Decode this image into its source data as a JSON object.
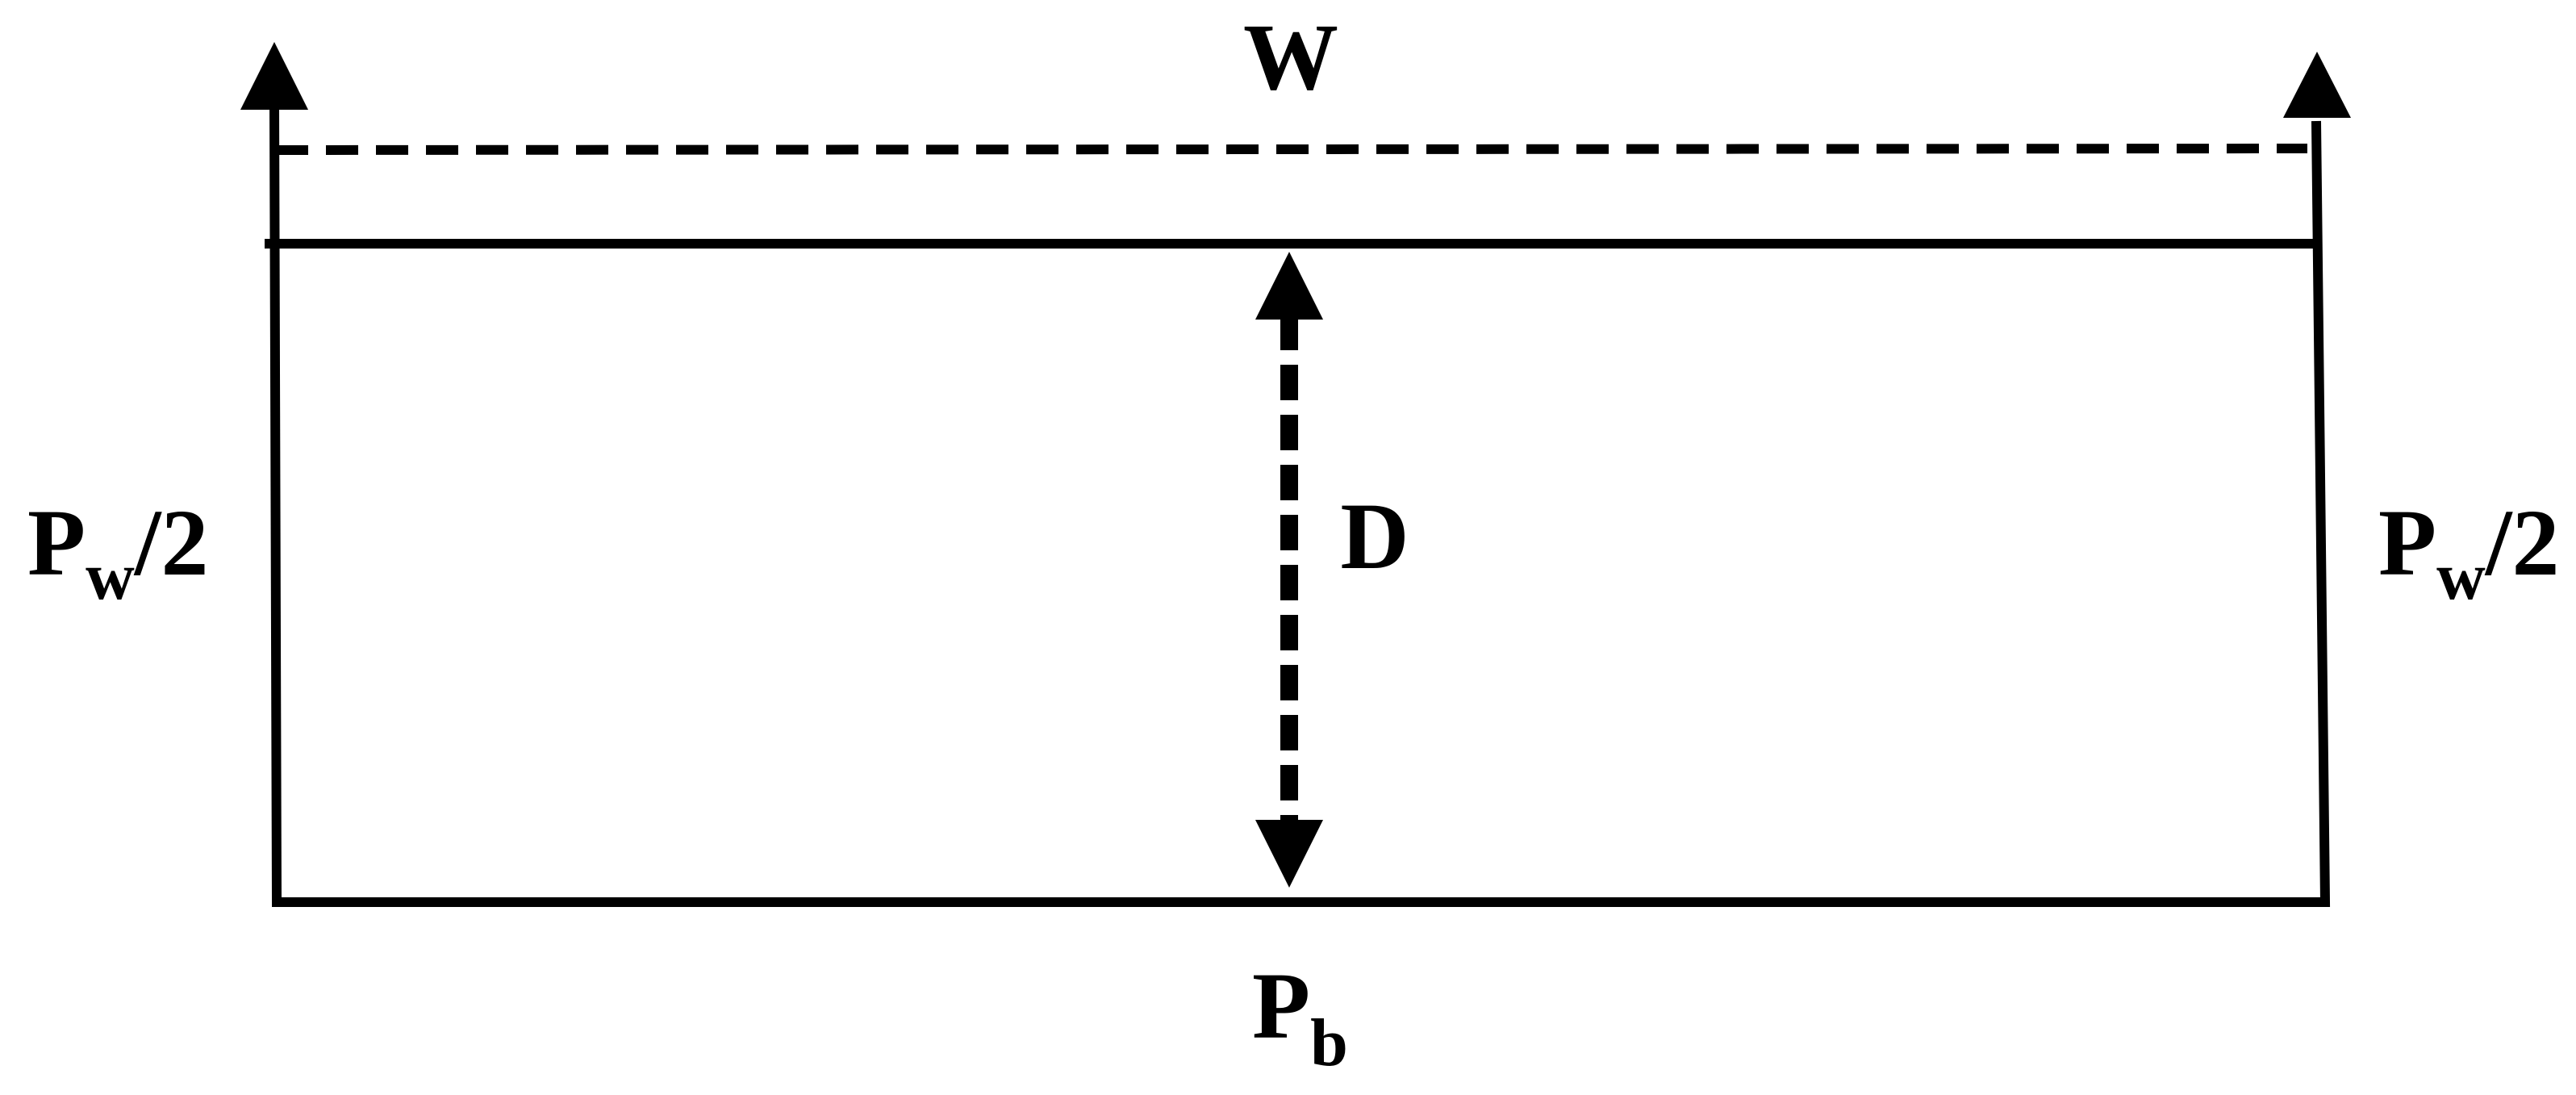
{
  "labels": {
    "width": "W",
    "depth": "D",
    "left_side": {
      "base": "P",
      "sub": "w",
      "suffix": "/2"
    },
    "right_side": {
      "base": "P",
      "sub": "w",
      "suffix": "/2"
    },
    "bottom": {
      "base": "P",
      "sub": "b"
    }
  },
  "colors": {
    "stroke": "#000000",
    "background": "#ffffff"
  }
}
